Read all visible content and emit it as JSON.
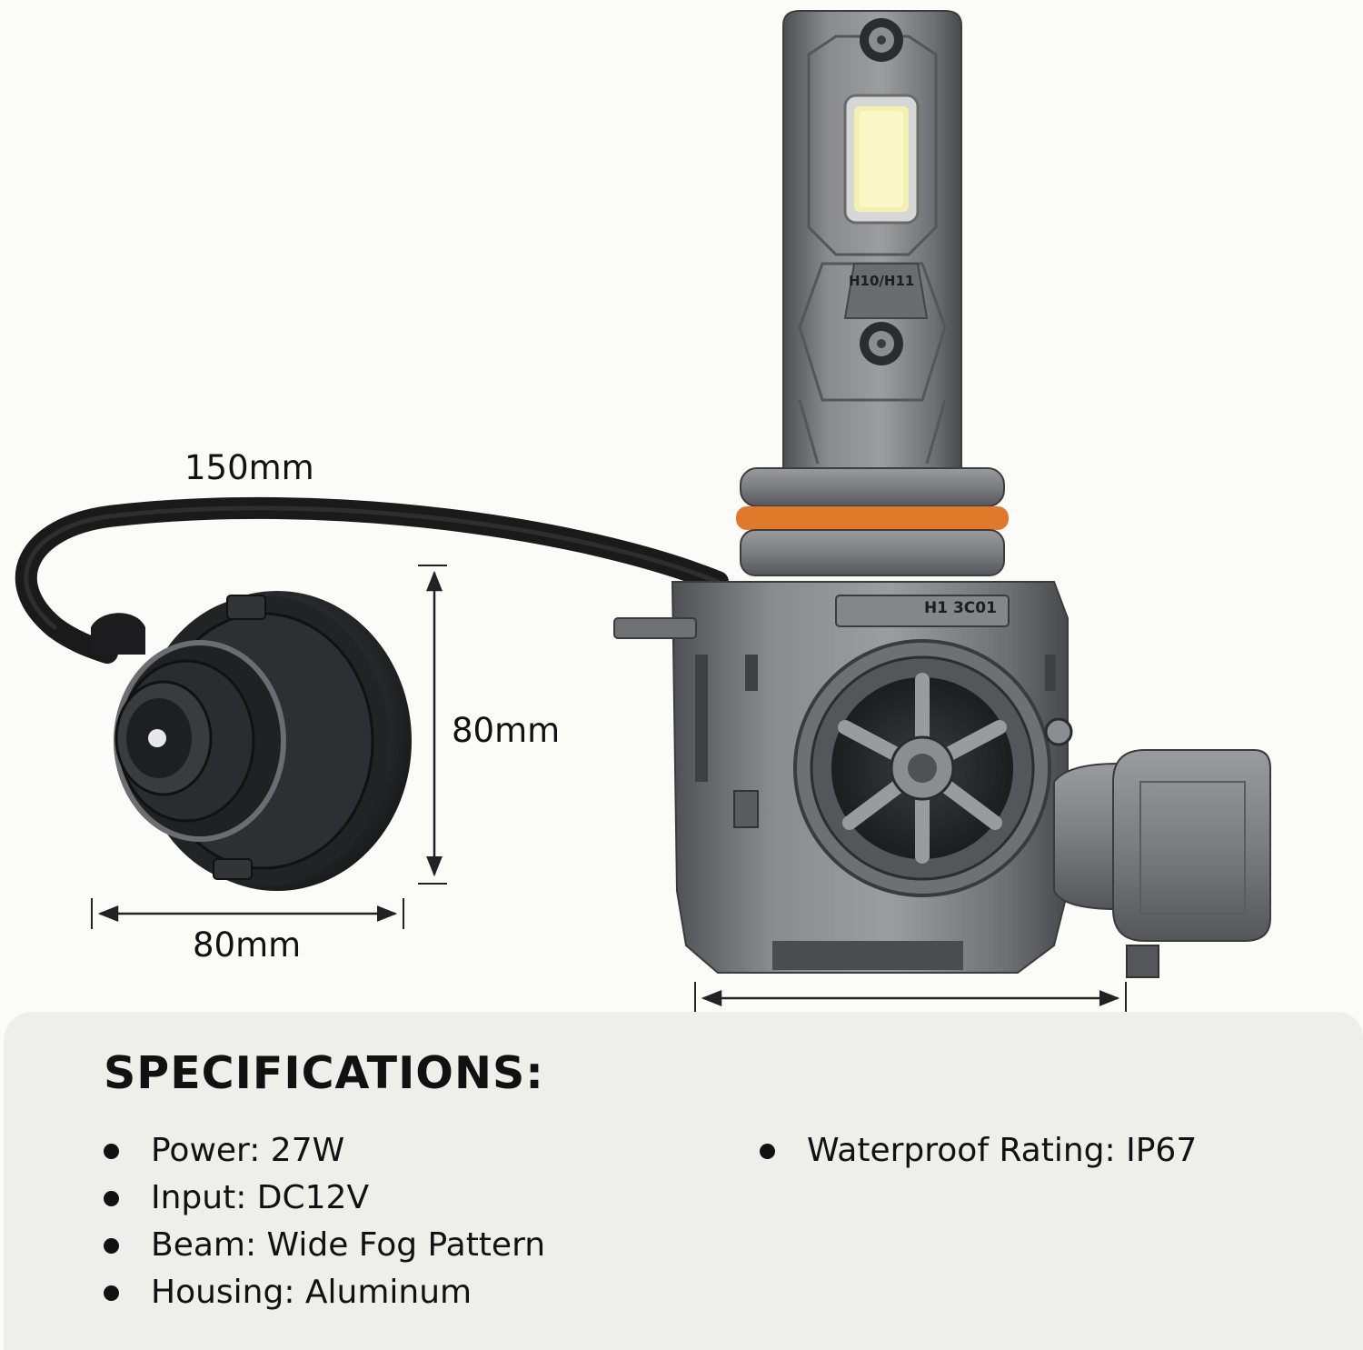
{
  "dimensions": {
    "cable_length": "150mm",
    "height": "80mm",
    "width": "80mm",
    "bulb_type": "H10/H11"
  },
  "product_markings": {
    "chip_label": "H10/H11",
    "base_label": "H1 3C01"
  },
  "specifications": {
    "title": "SPECIFICATIONS:",
    "left_items": [
      "Power: 27W",
      "Input: DC12V",
      "Beam: Wide Fog Pattern",
      "Housing: Aluminum"
    ],
    "right_items": [
      "Waterproof Rating: IP67"
    ]
  },
  "colors": {
    "background": "#fbfbf7",
    "panel": "#eeeeea",
    "housing": "#7a7b7d",
    "seal_ring": "#e07a2a",
    "led_chip": "#f4f1b0"
  }
}
